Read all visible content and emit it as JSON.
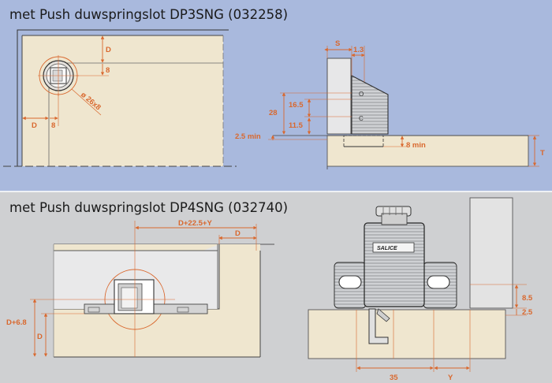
{
  "top_panel": {
    "title": "met Push duwspringslot DP3SNG (032258)",
    "labels": {
      "d_vertical": "D",
      "eight_vertical": "8",
      "d_horizontal": "D",
      "eight_horizontal": "8",
      "bore": "ø 26x8",
      "s": "S",
      "one_three": "1.3",
      "twenty_eight": "28",
      "sixteen_five": "16.5",
      "eleven_five": "11.5",
      "two_five_min": "2.5 min",
      "eight_min": "8 min",
      "t": "T"
    }
  },
  "bottom_panel": {
    "title": "met Push duwspringslot DP4SNG (032740)",
    "labels": {
      "d_plus_offset": "D+22.5+Y",
      "d_top": "D",
      "d_plus_six": "D+6.8",
      "d_side": "D",
      "brand": "SALICE",
      "eight_five": "8.5",
      "two_five": "2.5",
      "thirty_five": "35",
      "y": "Y"
    }
  },
  "colors": {
    "top_bg": "#a9b9dd",
    "bottom_bg": "#cfd0d2",
    "wood": "#efe6cf",
    "dimension": "#d9682e"
  }
}
